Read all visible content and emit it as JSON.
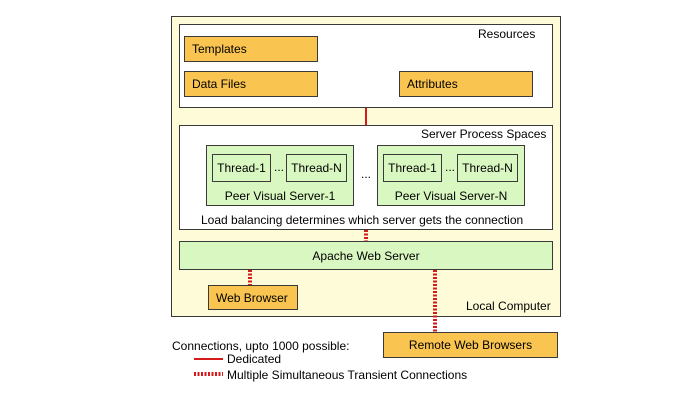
{
  "diagram": {
    "local_computer_label": "Local Computer",
    "resources": {
      "label": "Resources",
      "templates": "Templates",
      "data_files": "Data Files",
      "attributes": "Attributes"
    },
    "server_process_spaces": {
      "label": "Server Process Spaces",
      "server1": {
        "label": "Peer Visual Server-1",
        "thread_a": "Thread-1",
        "thread_b": "Thread-N",
        "ellipsis": "..."
      },
      "serverN": {
        "label": "Peer Visual Server-N",
        "thread_a": "Thread-1",
        "thread_b": "Thread-N",
        "ellipsis": "..."
      },
      "between_ellipsis": "...",
      "load_balancing": "Load balancing determines which server gets the connection"
    },
    "apache": "Apache Web Server",
    "web_browser": "Web Browser",
    "remote_web_browsers": "Remote Web Browsers"
  },
  "legend": {
    "title": "Connections, upto 1000 possible:",
    "dedicated": "Dedicated",
    "transient": "Multiple Simultaneous Transient Connections"
  },
  "colors": {
    "orange": "#f9c450",
    "green": "#d9f7c0",
    "cream": "#fdfbd8",
    "red": "#d61a1a"
  }
}
